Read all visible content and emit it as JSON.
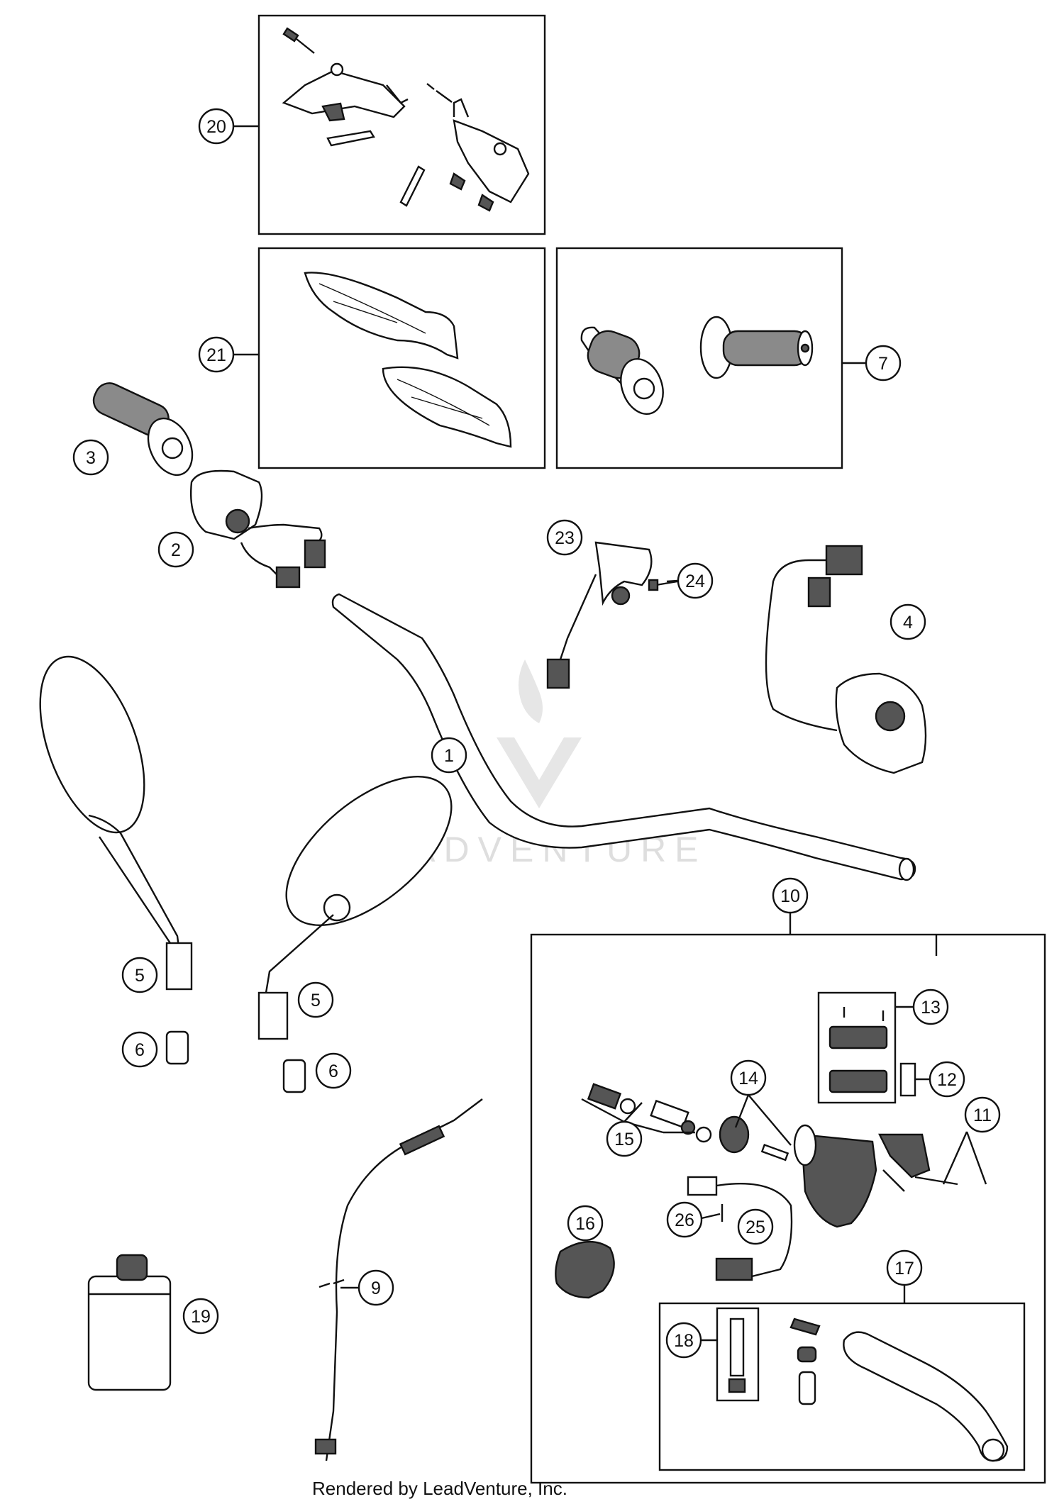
{
  "callouts": {
    "c1": "1",
    "c2": "2",
    "c3": "3",
    "c4": "4",
    "c5a": "5",
    "c5b": "5",
    "c6a": "6",
    "c6b": "6",
    "c7": "7",
    "c9": "9",
    "c10": "10",
    "c11": "11",
    "c12": "12",
    "c13": "13",
    "c14": "14",
    "c15": "15",
    "c16": "16",
    "c17": "17",
    "c18": "18",
    "c19": "19",
    "c20": "20",
    "c21": "21",
    "c23": "23",
    "c24": "24",
    "c25": "25",
    "c26": "26"
  },
  "watermark": "LEADVENTURE",
  "footer": "Rendered by LeadVenture, Inc."
}
